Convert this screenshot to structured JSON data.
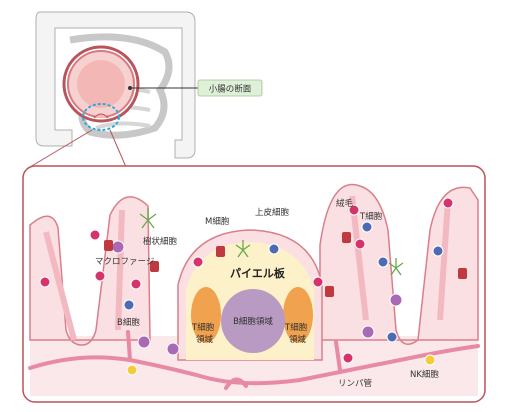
{
  "callout": {
    "label": "小腸の断面"
  },
  "labels": {
    "villus": "絨毛",
    "t_cell": "T細胞",
    "m_cell": "M細胞",
    "epithelial": "上皮細胞",
    "dendritic": "樹状細胞",
    "macrophage": "マクロファージ",
    "peyers_patch": "パイエル板",
    "b_cell": "B細胞",
    "t_zone_left": "T細胞\n領域",
    "b_zone": "B細胞領域",
    "t_zone_right": "T細胞\n領域",
    "lymph_vessel": "リンパ管",
    "nk_cell": "NK細胞"
  },
  "colors": {
    "frame": "#b9545a",
    "villus_fill": "#fbe0e3",
    "villus_edge": "#d97f8b",
    "patch_fill": "#fdf1c9",
    "b_zone": "#b89ac2",
    "t_zone": "#f0a24e",
    "vessel": "#e98aa4",
    "cell_magenta": "#d6336c",
    "cell_blue": "#4d6bb3",
    "cell_purple": "#a86ab4",
    "cell_yellow": "#f2cc3b",
    "intestine_outline": "#b0b0b0",
    "callout_bg": "#dff0d8",
    "focus_ring": "#31a9d8"
  }
}
